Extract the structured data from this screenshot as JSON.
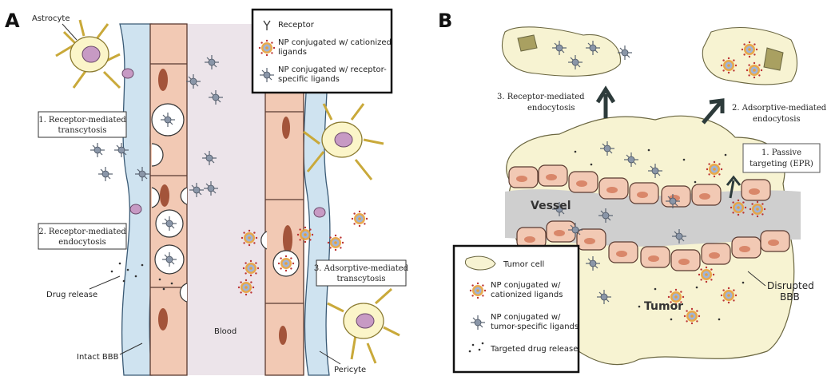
{
  "panel_a": {
    "letter": "A",
    "astrocyte": "Astrocyte",
    "legend": {
      "receptor": "Receptor",
      "np_cationized_1": "NP conjugated w/ cationized",
      "np_cationized_2": "ligands",
      "np_receptor_1": "NP conjugated w/ receptor-",
      "np_receptor_2": "specific ligands"
    },
    "step1_1": "1. Receptor-mediated",
    "step1_2": "transcytosis",
    "step2_1": "2. Receptor-mediated",
    "step2_2": "endocytosis",
    "step3_1": "3. Adsorptive-mediated",
    "step3_2": "transcytosis",
    "drug_release": "Drug release",
    "blood": "Blood",
    "intact_bbb": "Intact BBB",
    "pericyte": "Pericyte"
  },
  "panel_b": {
    "letter": "B",
    "step3_1": "3. Receptor-mediated",
    "step3_2": "endocytosis",
    "step2_1": "2. Adsorptive-mediated",
    "step2_2": "endocytosis",
    "step1_1": "1. Passive",
    "step1_2": "targeting (EPR)",
    "vessel": "Vessel",
    "tumor": "Tumor",
    "disrupted_1": "Disrupted",
    "disrupted_2": "BBB",
    "legend": {
      "tumor_cell": "Tumor cell",
      "np_cationized_1": "NP conjugated w/",
      "np_cationized_2": "cationized ligands",
      "np_tumor_1": "NP conjugated w/",
      "np_tumor_2": "tumor-specific ligands",
      "drug_release": "Targeted drug release"
    }
  },
  "colors": {
    "endothelium": "#f2c9b4",
    "blood": "#ece4ea",
    "glia": "#cfe3f0",
    "astro": "#fbf5c9",
    "nucleus_astro": "#c79ac4",
    "nucleus_endo": "#a3543a",
    "vessel_b": "#cfcfcf",
    "tumor": "#f7f3d2"
  }
}
